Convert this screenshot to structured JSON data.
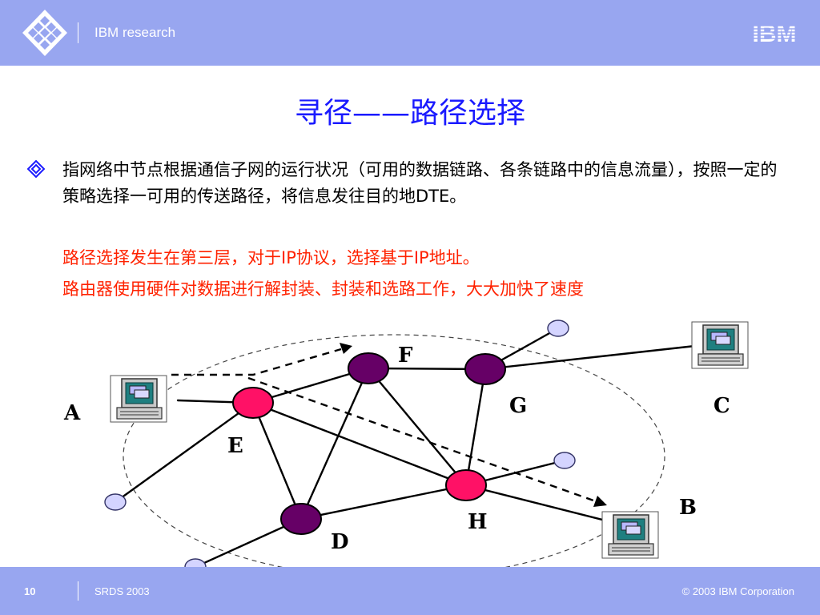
{
  "header": {
    "org": "IBM research",
    "brand": "IBM",
    "bar_color": "#98a6f0",
    "logo_icon": "diamond-grid-logo-icon"
  },
  "slide": {
    "title": "寻径——路径选择",
    "title_color": "#1a1aff",
    "bullet_icon": "diamond-bullet-icon",
    "bullet_text": "指网络中节点根据通信子网的运行状况（可用的数据链路、各条链路中的信息流量），按照一定的策略选择一可用的传送路径，将信息发往目的地DTE。",
    "notes": [
      "路径选择发生在第三层，对于IP协议，选择基于IP地址。",
      "路由器使用硬件对数据进行解封装、封装和选路工作，大大加快了速度"
    ],
    "note_color": "#ff2200"
  },
  "diagram": {
    "labels": {
      "A": "A",
      "B": "B",
      "C": "C",
      "D": "D",
      "E": "E",
      "F": "F",
      "G": "G",
      "H": "H"
    },
    "colors": {
      "router_pink": "#ff1166",
      "router_purple": "#660066",
      "endpoint": "#d4d4ff",
      "terminal_icon": "computer-terminal-icon"
    }
  },
  "footer": {
    "page": "10",
    "left": "SRDS 2003",
    "right": "© 2003 IBM Corporation"
  }
}
